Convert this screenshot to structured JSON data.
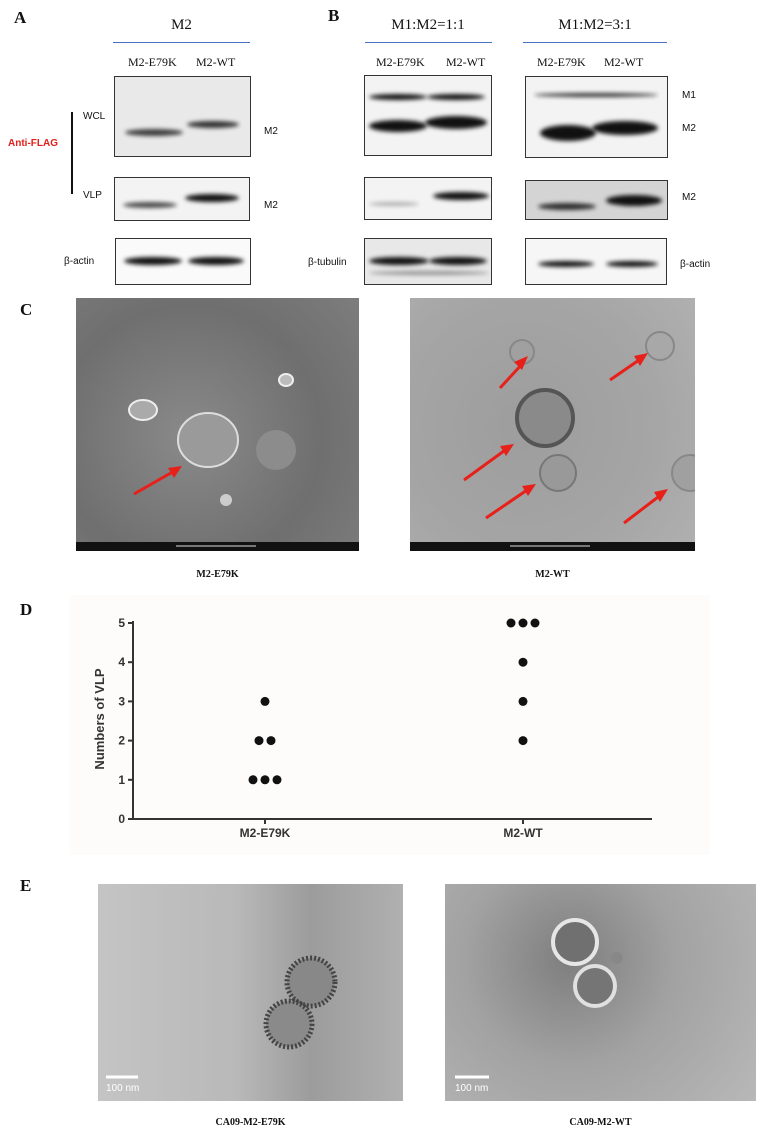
{
  "panels": {
    "A": {
      "letter": "A",
      "title": "M2",
      "lanes": [
        "M2-E79K",
        "M2-WT"
      ],
      "antibody_label": "Anti-FLAG",
      "antibody_color": "#e0201b",
      "row_labels": {
        "wcl": "WCL",
        "vlp": "VLP",
        "loading": "β-actin"
      },
      "band_labels": {
        "wcl": "M2",
        "vlp": "M2"
      }
    },
    "B": {
      "letter": "B",
      "groups": [
        {
          "title": "M1:M2=1:1",
          "lanes": [
            "M2-E79K",
            "M2-WT"
          ],
          "loading": "β-tubulin"
        },
        {
          "title": "M1:M2=3:1",
          "lanes": [
            "M2-E79K",
            "M2-WT"
          ],
          "loading": "β-actin"
        }
      ],
      "band_labels": {
        "m1": "M1",
        "m2_wcl": "M2",
        "m2_vlp": "M2"
      }
    },
    "C": {
      "letter": "C",
      "images": [
        {
          "caption": "M2-E79K"
        },
        {
          "caption": "M2-WT"
        }
      ],
      "arrow_color": "#e8201a"
    },
    "D": {
      "letter": "D"
    },
    "E": {
      "letter": "E",
      "images": [
        {
          "caption": "CA09-M2-E79K",
          "scale": "100 nm"
        },
        {
          "caption": "CA09-M2-WT",
          "scale": "100 nm"
        }
      ]
    }
  },
  "chart_data": {
    "type": "scatter",
    "title": "",
    "xlabel": "",
    "ylabel": "Numbers of VLP",
    "categories": [
      "M2-E79K",
      "M2-WT"
    ],
    "series": [
      {
        "category": "M2-E79K",
        "values": [
          1,
          1,
          1,
          2,
          2,
          3
        ]
      },
      {
        "category": "M2-WT",
        "values": [
          2,
          3,
          4,
          5,
          5,
          5
        ]
      }
    ],
    "ylim": [
      0,
      5
    ],
    "yticks": [
      "0",
      "1",
      "2",
      "3",
      "4",
      "5"
    ],
    "grid": false,
    "marker_color": "#111111"
  }
}
